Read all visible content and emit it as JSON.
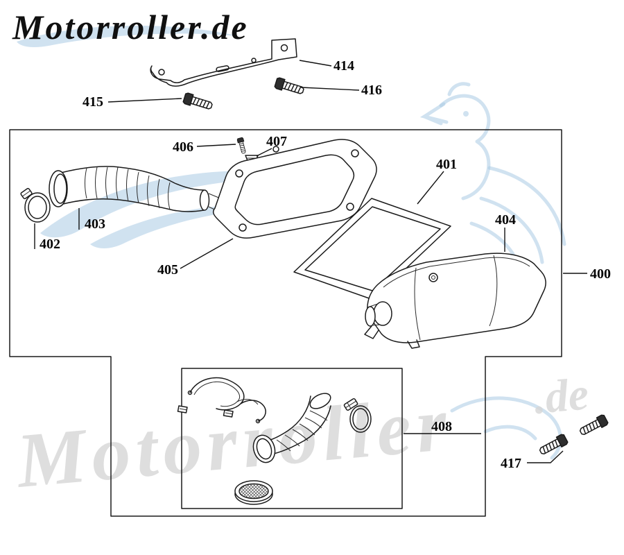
{
  "brand": {
    "logo": "Motorroller.de",
    "watermark": "Motorroller",
    "watermark_de": ".de"
  },
  "colors": {
    "watermark_blue": "#a9cbe3",
    "watermark_gray": "#d6d6d6",
    "line": "#1a1a1a",
    "background": "#ffffff"
  },
  "parts": {
    "p400": "400",
    "p401": "401",
    "p402": "402",
    "p403": "403",
    "p404": "404",
    "p405": "405",
    "p406": "406",
    "p407": "407",
    "p408": "408",
    "p414": "414",
    "p415": "415",
    "p416": "416",
    "p417": "417"
  }
}
